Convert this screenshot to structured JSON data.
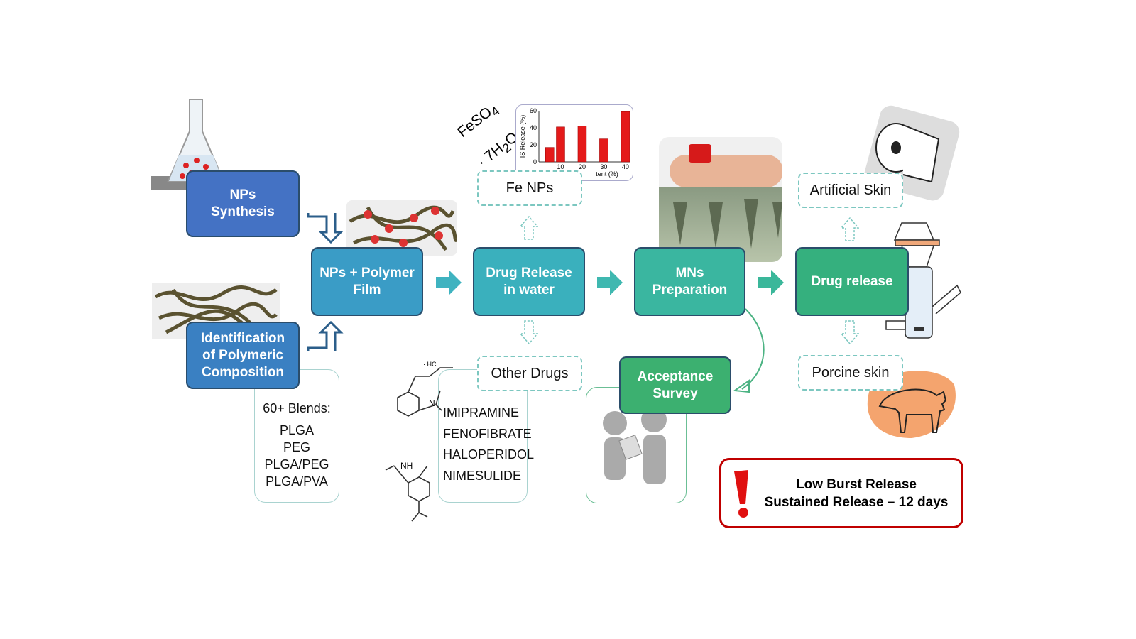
{
  "steps": {
    "nps_synthesis": "NPs\nSynthesis",
    "identification": "Identification\nof Polymeric\nComposition",
    "nps_polymer": "NPs + Polymer\nFilm",
    "drug_release_water": "Drug Release\nin water",
    "mns_preparation": "MNs\nPreparation",
    "drug_release": "Drug release",
    "acceptance_survey": "Acceptance\nSurvey"
  },
  "labels": {
    "fe_nps": "Fe NPs",
    "other_drugs": "Other Drugs",
    "artificial_skin": "Artificial Skin",
    "porcine_skin": "Porcine skin"
  },
  "blends": {
    "title": "60+ Blends:",
    "items": [
      "PLGA",
      "PEG",
      "PLGA/PEG",
      "PLGA/PVA"
    ]
  },
  "drugs": [
    "IMIPRAMINE",
    "FENOFIBRATE",
    "HALOPERIDOL",
    "NIMESULIDE"
  ],
  "chemistry": {
    "feso4": "FeSO",
    "feso4_sub": "4",
    "hydrate": "· 7H",
    "hydrate_sub": "2",
    "hydrate_end": "O",
    "hcl": "· HCl",
    "nh": "NH",
    "n": "N"
  },
  "result": {
    "line1": "Low Burst Release",
    "line2": "Sustained Release – 12 days"
  },
  "chart_data": {
    "type": "bar",
    "ylabel": "IS Release (%)",
    "xlabel": "tent (%)",
    "x": [
      5,
      10,
      20,
      30,
      40
    ],
    "values": [
      17,
      41,
      42,
      27,
      59
    ],
    "xticks": [
      "10",
      "20",
      "30",
      "40"
    ],
    "yticks": [
      "0",
      "20",
      "40",
      "60"
    ],
    "ylim": [
      0,
      60
    ],
    "xlim": [
      0,
      42
    ],
    "color": "#e41a1a"
  },
  "colors": {
    "blue": "#4472c4",
    "teal": "#3aaab5",
    "green": "#3bb07a",
    "arrow": "#3fb3c0",
    "dash": "#7cc7c0",
    "alert": "#c00000"
  }
}
